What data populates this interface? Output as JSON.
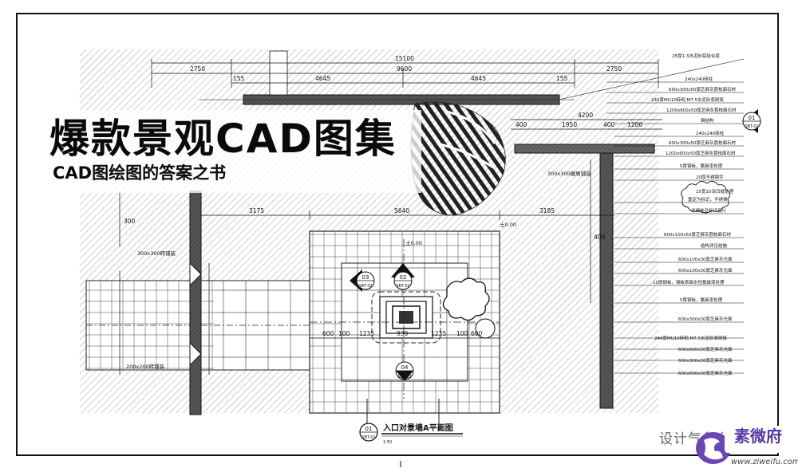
{
  "banner": {
    "title": "爆款景观CAD图集",
    "subtitle": "CAD图绘图的答案之书"
  },
  "drawing": {
    "title": "入口对景墙A平面图",
    "scale": "1:50",
    "main_callout": {
      "num": "01",
      "ref": "SBT-01"
    },
    "callouts": [
      {
        "num": "01",
        "ref": "SBT-02"
      },
      {
        "num": "02",
        "ref": "SBT-02"
      },
      {
        "num": "03",
        "ref": "SBT-02"
      },
      {
        "num": "04",
        "ref": "SBT-02"
      }
    ],
    "dimensions": {
      "overall": "15100",
      "top_left": "2750",
      "top_right": "2750",
      "top_center": "9600",
      "seg_a": "4645",
      "seg_b": "4645",
      "small_left": "155",
      "small_right": "155",
      "right_4200": "4200",
      "r1": "400",
      "r2": "1950",
      "r3": "400",
      "r4": "1200",
      "mid_left": "3175",
      "mid_center": "5640",
      "mid_right": "3185",
      "left_v": "300",
      "right_v": "400",
      "lower_row": [
        "600",
        "100",
        "1235",
        "930",
        "1235",
        "100",
        "600"
      ]
    },
    "left_notes": [
      "300x300砖铺装",
      "200x200砖铺装"
    ],
    "center_notes": [
      "300x300硬质铺装",
      "土0.00",
      "土0.00"
    ],
    "right_notes": [
      "25厚1:3水泥砂浆结合层",
      "240x240砖柱",
      "600x300x50厚芝麻灰荔枝面石材",
      "240厚MU10砖砌,M7.5水泥砂浆砌筑",
      "1200x600x50厚芝麻灰荔枝面石材",
      "钢结构",
      "240x240砖柱",
      "600x300x50厚芝麻灰荔枝面石材",
      "1200x600x50厚芝麻灰荔枝面石材",
      "5厚钢板，氟碳漆处理",
      "20厚不锈钢字",
      "15宽10深凹缝处理",
      "重定为标识，不锈钢",
      "详细参见标识设计",
      "600x100x50厚芝麻灰荔枝面石材",
      "结构详见结施",
      "600x100x30厚芝麻灰光面",
      "600x100x30厚芝麻灰光面",
      "10厚钢板，钢板表面水性氟碳漆处理",
      "5厚钢板，氟碳漆处理",
      "600x300x30厚芝麻灰光面",
      "240厚MU10砖砌,M7.5水泥砂浆砌筑",
      "600x600x30厚芝麻灰光面",
      "600x300x30厚芝麻灰光面",
      "600x600x30厚芝麻灰光面"
    ]
  },
  "watermark": {
    "text": "设计气象台",
    "logo_text": "素微府",
    "url": "www.ziweifu.com"
  }
}
